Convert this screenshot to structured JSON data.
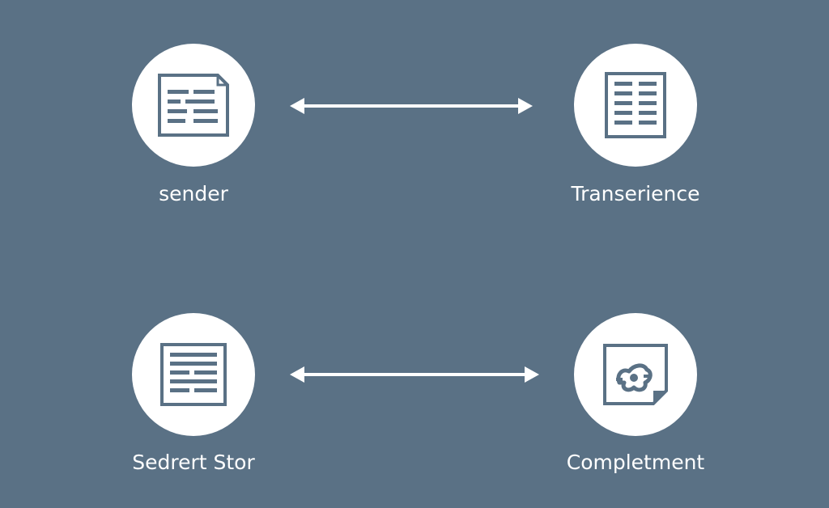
{
  "background_color": "#5a7185",
  "node_color": "#ffffff",
  "icon_color": "#5a7185",
  "label_color": "#ffffff",
  "arrow_color": "#ffffff",
  "nodes": [
    {
      "label": "sender",
      "icon": "document-icon"
    },
    {
      "label": "Transerience",
      "icon": "table-document-icon"
    },
    {
      "label": "Sedrert Stor",
      "icon": "text-document-icon"
    },
    {
      "label": "Completment",
      "icon": "image-document-icon"
    }
  ],
  "connections": [
    {
      "from": "sender",
      "to": "Transerience",
      "direction": "bidirectional"
    },
    {
      "from": "Sedrert Stor",
      "to": "Completment",
      "direction": "bidirectional"
    }
  ]
}
